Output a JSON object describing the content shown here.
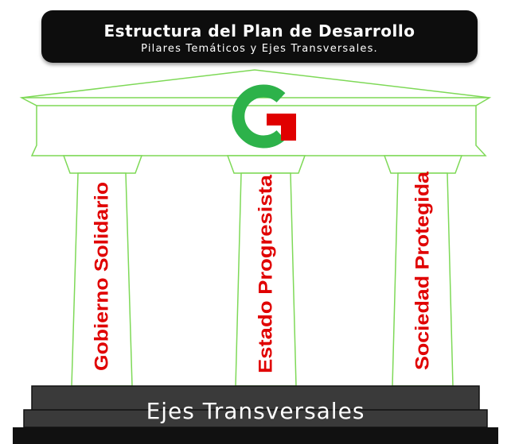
{
  "header": {
    "title": "Estructura del Plan de Desarrollo",
    "subtitle": "Pilares Temáticos y Ejes Transversales."
  },
  "pillars": [
    {
      "label": "Gobierno Solidario"
    },
    {
      "label": "Estado Progresista"
    },
    {
      "label": "Sociedad Protegida"
    }
  ],
  "base": {
    "label": "Ejes Transversales"
  },
  "logo": {
    "icon": "g-logo-icon",
    "colors": {
      "green": "#2db24a",
      "red": "#e00000"
    }
  },
  "colors": {
    "outline": "#7ed957",
    "text_red": "#e00000",
    "step_dark": "#3a3a3a",
    "step_black": "#111111"
  }
}
